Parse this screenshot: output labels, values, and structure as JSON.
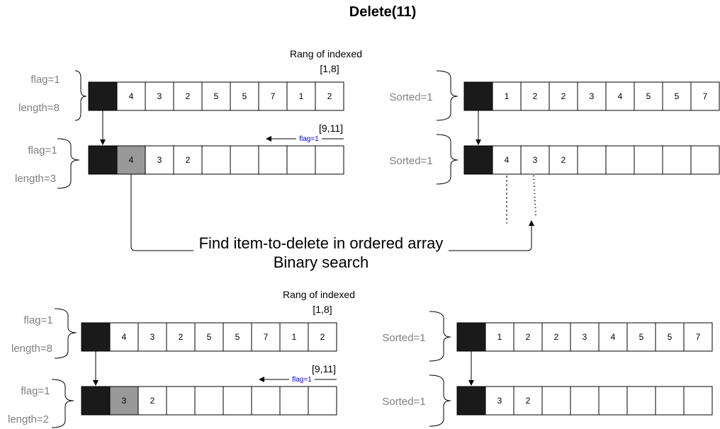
{
  "title": "Delete(11)",
  "colors": {
    "black_cell": "#1a1a1a",
    "gray_cell": "#999999",
    "brace_label": "#808080",
    "blue_label": "#0000ff",
    "line": "#000000"
  },
  "top": {
    "left": {
      "range_title": "Rang of indexed",
      "range_value": "[1,8]",
      "row1": {
        "label_a": "flag=1",
        "label_b": "length=8",
        "cells": [
          "",
          "4",
          "3",
          "2",
          "5",
          "5",
          "7",
          "1",
          "2"
        ]
      },
      "row2": {
        "label_a": "flag=1",
        "label_b": "length=3",
        "cells": [
          "",
          "4",
          "3",
          "2",
          "",
          "",
          "",
          "",
          ""
        ]
      },
      "range2_value": "[9,11]",
      "arrow_label": "flag=1"
    },
    "right": {
      "row1": {
        "label": "Sorted=1",
        "cells": [
          "",
          "1",
          "2",
          "2",
          "3",
          "4",
          "5",
          "5",
          "7"
        ]
      },
      "row2": {
        "label": "Sorted=1",
        "cells": [
          "",
          "4",
          "3",
          "2",
          "",
          "",
          "",
          "",
          ""
        ]
      }
    },
    "caption_line1": "Find item-to-delete in ordered array",
    "caption_line2": "Binary search"
  },
  "bottom": {
    "left": {
      "range_title": "Rang of indexed",
      "range_value": "[1,8]",
      "row1": {
        "label_a": "flag=1",
        "label_b": "length=8",
        "cells": [
          "",
          "4",
          "3",
          "2",
          "5",
          "5",
          "7",
          "1",
          "2"
        ]
      },
      "row2": {
        "label_a": "flag=1",
        "label_b": "length=2",
        "cells": [
          "",
          "3",
          "2",
          "",
          "",
          "",
          "",
          "",
          ""
        ]
      },
      "range2_value": "[9,11]",
      "arrow_label": "flag=1"
    },
    "right": {
      "row1": {
        "label": "Sorted=1",
        "cells": [
          "",
          "1",
          "2",
          "2",
          "3",
          "4",
          "5",
          "5",
          "7"
        ]
      },
      "row2": {
        "label": "Sorted=1",
        "cells": [
          "",
          "3",
          "2",
          "",
          "",
          "",
          "",
          "",
          ""
        ]
      }
    }
  }
}
